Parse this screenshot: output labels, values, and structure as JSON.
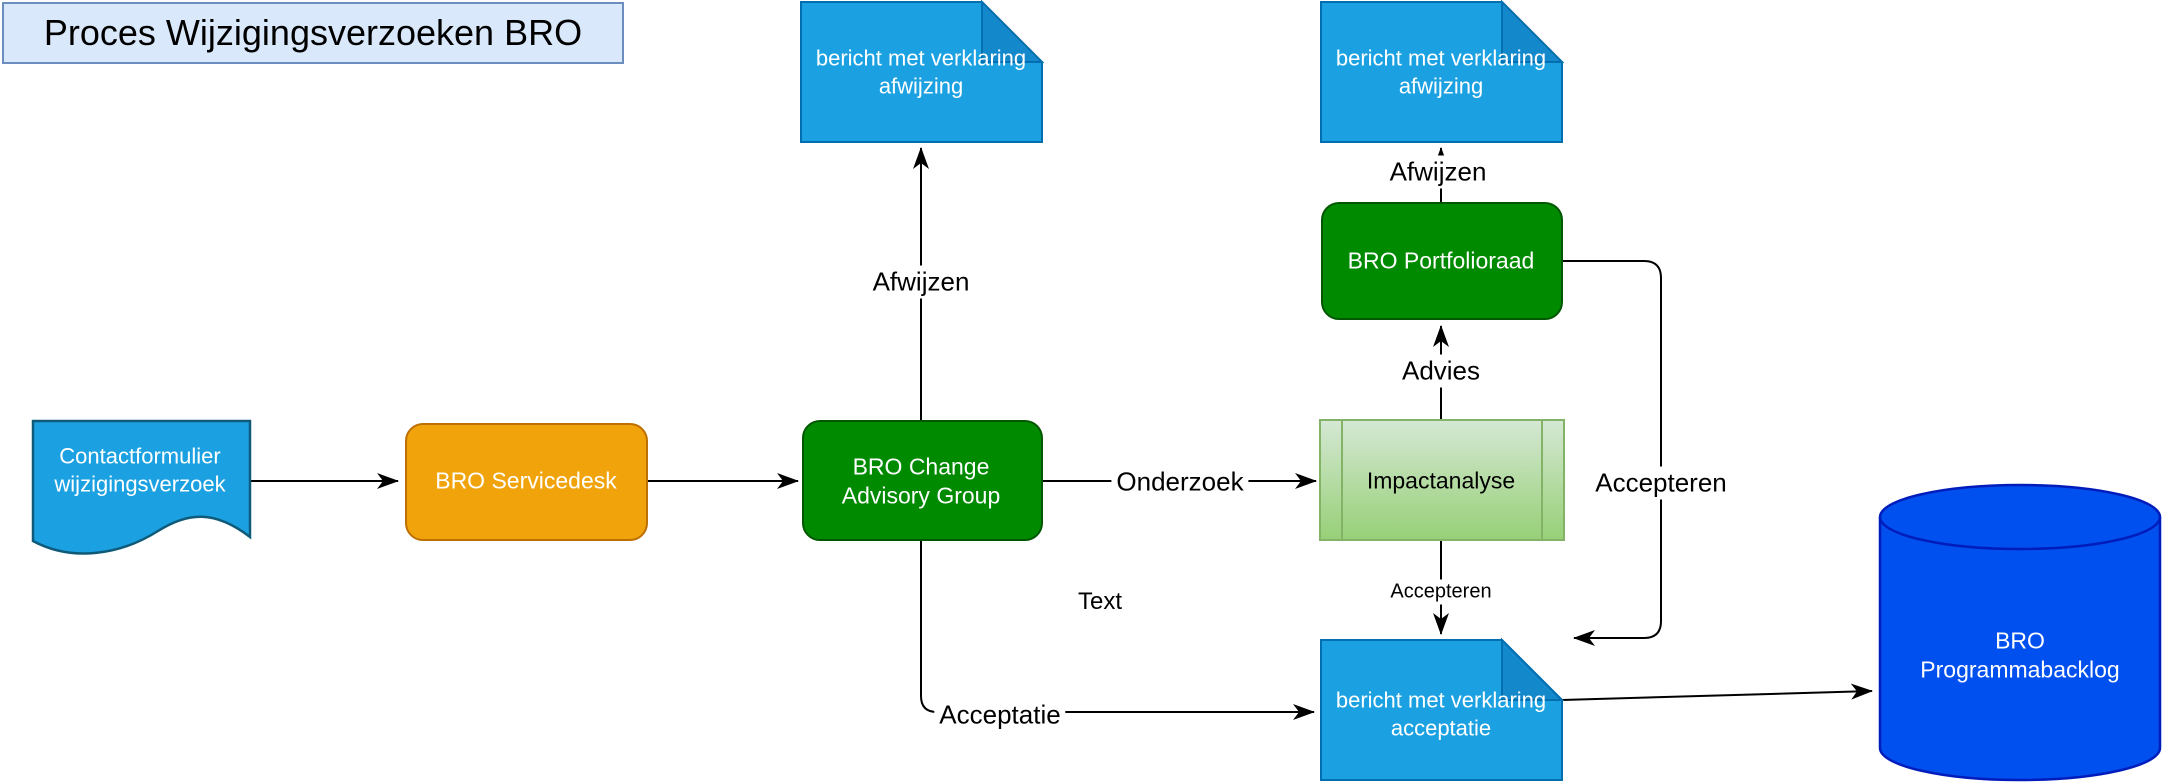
{
  "title": "Proces Wijzigingsverzoeken BRO",
  "nodes": {
    "contactformulier": {
      "label": "Contactformulier wijzigingsverzoek",
      "shape": "document"
    },
    "servicedesk": {
      "label": "BRO Servicedesk",
      "shape": "rounded-rectangle"
    },
    "change_advisory": {
      "label": "BRO Change Advisory Group",
      "shape": "rounded-rectangle"
    },
    "impactanalyse": {
      "label": "Impactanalyse",
      "shape": "process"
    },
    "portfolioraad": {
      "label": "BRO Portfolioraad",
      "shape": "rounded-rectangle"
    },
    "bericht_afwijzing_midden": {
      "label": "bericht met verklaring afwijzing",
      "shape": "note"
    },
    "bericht_afwijzing_rechts": {
      "label": "bericht met verklaring afwijzing",
      "shape": "note"
    },
    "bericht_acceptatie": {
      "label": "bericht met verklaring acceptatie",
      "shape": "note"
    },
    "programmabacklog": {
      "label": "BRO Programmabacklog",
      "shape": "cylinder"
    }
  },
  "edge_labels": {
    "afwijzen_cag": "Afwijzen",
    "onderzoek": "Onderzoek",
    "advies": "Advies",
    "afwijzen_pfr": "Afwijzen",
    "accepteren_pfr": "Accepteren",
    "accepteren_impact": "Accepteren",
    "acceptatie": "Acceptatie",
    "text_placeholder": "Text"
  },
  "colors": {
    "title_fill": "#dae8fc",
    "title_stroke": "#6c8ebf",
    "note_fill": "#1ba1e2",
    "note_fold": "#1389cc",
    "note_stroke": "#006eaf",
    "document_fill": "#1ba1e2",
    "document_stroke": "#0e5a78",
    "orange_fill": "#f0a30a",
    "orange_stroke": "#bd7000",
    "green_fill": "#008a00",
    "green_stroke": "#005700",
    "process_gradient_top": "#d5e8d4",
    "process_gradient_bottom": "#97d077",
    "process_stroke": "#82b366",
    "cylinder_fill": "#0050ef",
    "cylinder_stroke": "#001dbc",
    "edge_stroke": "#000000"
  }
}
